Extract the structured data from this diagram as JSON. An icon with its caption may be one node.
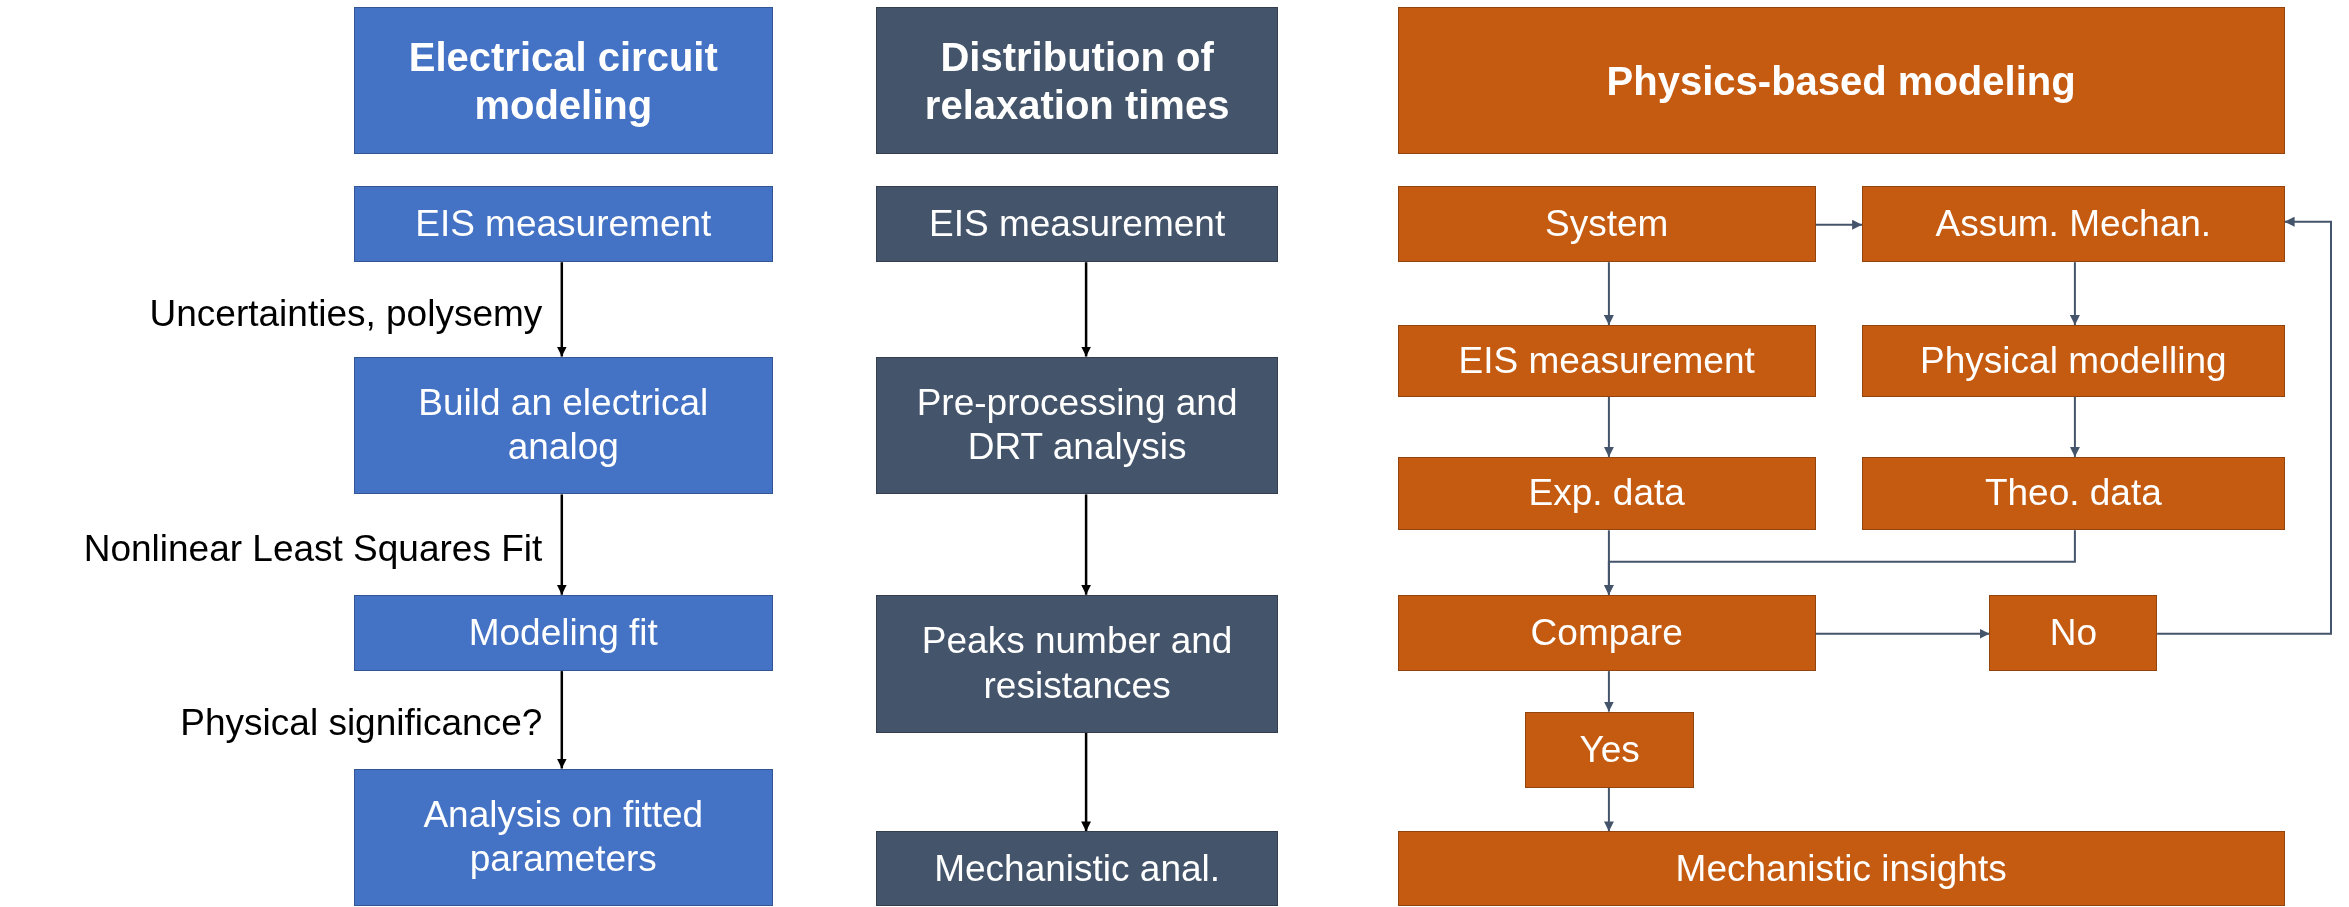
{
  "diagram": {
    "nodes": [
      {
        "text": [
          "Electrical circuit modeling"
        ]
      },
      {
        "text": [
          "EIS measurement"
        ]
      },
      {
        "text": [
          "Build an electrical analog"
        ]
      },
      {
        "text": [
          "Modeling fit"
        ]
      },
      {
        "text": [
          "Analysis on fitted parameters"
        ]
      },
      {
        "text": [
          "Distribution of relaxation times"
        ]
      },
      {
        "text": [
          "EIS measurement"
        ]
      },
      {
        "text": [
          "Pre-processing and DRT analysis"
        ]
      },
      {
        "text": [
          "Peaks number and resistances"
        ]
      },
      {
        "text": [
          "Mechanistic anal."
        ]
      },
      {
        "text": [
          "Physics-based modeling"
        ]
      },
      {
        "text": [
          "System"
        ]
      },
      {
        "text": [
          "Assum. Mechan."
        ]
      },
      {
        "text": [
          "EIS measurement"
        ]
      },
      {
        "text": [
          "Physical modelling"
        ]
      },
      {
        "text": [
          "Exp. data"
        ]
      },
      {
        "text": [
          "Theo. data"
        ]
      },
      {
        "text": [
          "Compare"
        ]
      },
      {
        "text": [
          "No"
        ]
      },
      {
        "text": [
          "Yes"
        ]
      },
      {
        "text": [
          "Mechanistic insights"
        ]
      }
    ],
    "edges": [
      {
        "from": 1,
        "to": 2,
        "arrow": "to",
        "label": "Uncertainties, polysemy",
        "color": "#000000"
      },
      {
        "from": 2,
        "to": 3,
        "arrow": "to",
        "label": "Nonlinear Least Squares Fit",
        "color": "#000000"
      },
      {
        "from": 3,
        "to": 4,
        "arrow": "to",
        "label": "Physical significance?",
        "color": "#000000"
      },
      {
        "from": 6,
        "to": 7,
        "arrow": "to",
        "color": "#000000"
      },
      {
        "from": 7,
        "to": 8,
        "arrow": "to",
        "color": "#000000"
      },
      {
        "from": 8,
        "to": 9,
        "arrow": "to",
        "color": "#000000"
      },
      {
        "from": 11,
        "to": 12,
        "arrow": "to"
      },
      {
        "from": 11,
        "to": 13,
        "arrow": "to"
      },
      {
        "from": 12,
        "to": 14,
        "arrow": "to"
      },
      {
        "from": 13,
        "to": 15,
        "arrow": "to"
      },
      {
        "from": 14,
        "to": 16,
        "arrow": "to"
      },
      {
        "from": 15,
        "to": 17,
        "arrow": "to"
      },
      {
        "from": 16,
        "to": 17,
        "arrow": "to"
      },
      {
        "from": 17,
        "to": 18,
        "arrow": "to"
      },
      {
        "from": 18,
        "to": 12,
        "arrow": "to"
      },
      {
        "from": 17,
        "to": 19,
        "arrow": "to"
      },
      {
        "from": 19,
        "to": 20,
        "arrow": "to"
      }
    ]
  }
}
